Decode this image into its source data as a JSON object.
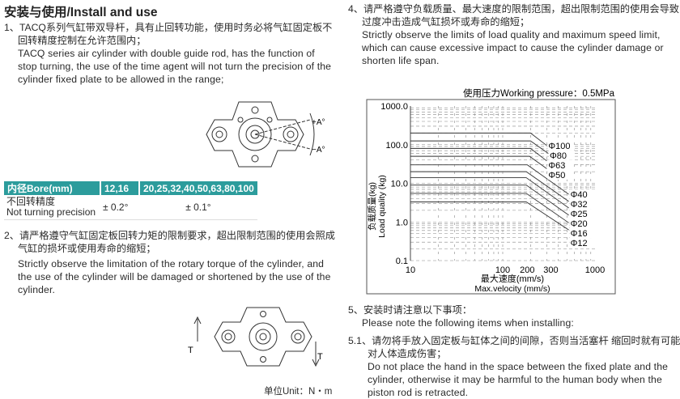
{
  "title": "安装与使用/Install and use",
  "item1": {
    "cn1": "1、TACQ系列气缸带双导杆，具有止回转功能，使用时务必将气缸固定板不",
    "cn2": "回转精度控制在允许范围内；",
    "en1": "TACQ series air cylinder with double guide rod, has the function of",
    "en2": "stop turning, the use of the time agent will not turn the precision of the",
    "en3": "cylinder fixed plate to be allowed in the range;"
  },
  "diagram1": {
    "plus_a": "+A°",
    "minus_a": "−A°"
  },
  "table": {
    "headers": [
      "内径Bore(mm)",
      "12,16",
      "20,25,32,40,50,63,80,100"
    ],
    "row_label_cn": "不回转精度",
    "row_label_en": "Not turning precision",
    "values": [
      "± 0.2°",
      "± 0.1°"
    ]
  },
  "item2": {
    "cn1": "2、请严格遵守气缸固定板回转力矩的限制要求，超出限制范围的使用会照成",
    "cn2": "气缸的损坏或使用寿命的缩短；",
    "en1": "Strictly observe the limitation of the rotary torque of the cylinder, and",
    "en2": "the use of the cylinder will be damaged or shortened by the use of the",
    "en3": "cylinder."
  },
  "diagram2": {
    "t1": "T",
    "t2": "T",
    "unit": "单位Unit：N・m"
  },
  "item4": {
    "cn1": "4、请严格遵守负载质量、最大速度的限制范围，超出限制范围的使用会导致",
    "cn2": "过度冲击造成气缸损坏或寿命的缩短；",
    "en1": "Strictly observe the limits of load quality and maximum speed limit,",
    "en2": "which can cause excessive impact to cause the cylinder damage or",
    "en3": "shorten life span."
  },
  "item5": {
    "cn": "5、安装时请注意以下事项：",
    "en": "Please note the following items when installing:"
  },
  "item51": {
    "cn1": "5.1、请勿将手放入固定板与缸体之间的间隙，否则当活塞杆 缩回时就有可能",
    "cn2": "对人体造成伤害；",
    "en1": "Do not place the hand in the space between the fixed plate and the",
    "en2": "cylinder, otherwise it may be harmful to the human body when the",
    "en3": "piston rod is retracted."
  },
  "chart_data": {
    "type": "line",
    "title": "使用压力Working pressure：0.5MPa",
    "xlabel_cn": "最大速度(mm/s)",
    "xlabel_en": "Max.velocity (mm/s)",
    "ylabel_cn": "负载质量(kg)",
    "ylabel_en": "Load quality (kg)",
    "x_scale": "log",
    "y_scale": "log",
    "xlim": [
      10,
      1000
    ],
    "ylim": [
      0.1,
      1000
    ],
    "x_ticks": [
      {
        "v": 10,
        "label": "10"
      },
      {
        "v": 100,
        "label": "100"
      },
      {
        "v": 200,
        "label": "200"
      },
      {
        "v": 300,
        "label": "300"
      },
      {
        "v": 1000,
        "label": "1000"
      }
    ],
    "y_ticks": [
      {
        "v": 1000,
        "label": "1000.0"
      },
      {
        "v": 100,
        "label": "100.0"
      },
      {
        "v": 10,
        "label": "10.0"
      },
      {
        "v": 1,
        "label": "1.0"
      },
      {
        "v": 0.1,
        "label": "0.1"
      }
    ],
    "grid": true,
    "series": [
      {
        "name": "Φ100",
        "points": [
          [
            10,
            200
          ],
          [
            200,
            200
          ],
          [
            300,
            95
          ]
        ]
      },
      {
        "name": "Φ80",
        "points": [
          [
            10,
            125
          ],
          [
            200,
            125
          ],
          [
            310,
            60
          ]
        ]
      },
      {
        "name": "Φ63",
        "points": [
          [
            10,
            80
          ],
          [
            200,
            80
          ],
          [
            300,
            38
          ]
        ]
      },
      {
        "name": "Φ50",
        "points": [
          [
            10,
            50
          ],
          [
            195,
            50
          ],
          [
            300,
            24
          ]
        ]
      },
      {
        "name": "Φ40",
        "points": [
          [
            10,
            30
          ],
          [
            185,
            30
          ],
          [
            520,
            5.2
          ]
        ]
      },
      {
        "name": "Φ32",
        "points": [
          [
            10,
            20
          ],
          [
            180,
            20
          ],
          [
            520,
            3.4
          ]
        ]
      },
      {
        "name": "Φ25",
        "points": [
          [
            10,
            14
          ],
          [
            180,
            14
          ],
          [
            520,
            2.3
          ]
        ]
      },
      {
        "name": "Φ20",
        "points": [
          [
            10,
            9
          ],
          [
            180,
            9
          ],
          [
            520,
            1.5
          ]
        ]
      },
      {
        "name": "Φ16",
        "points": [
          [
            10,
            5.5
          ],
          [
            180,
            5.5
          ],
          [
            520,
            0.95
          ]
        ]
      },
      {
        "name": "Φ12",
        "points": [
          [
            10,
            3.3
          ],
          [
            180,
            3.3
          ],
          [
            520,
            0.62
          ]
        ]
      }
    ]
  }
}
